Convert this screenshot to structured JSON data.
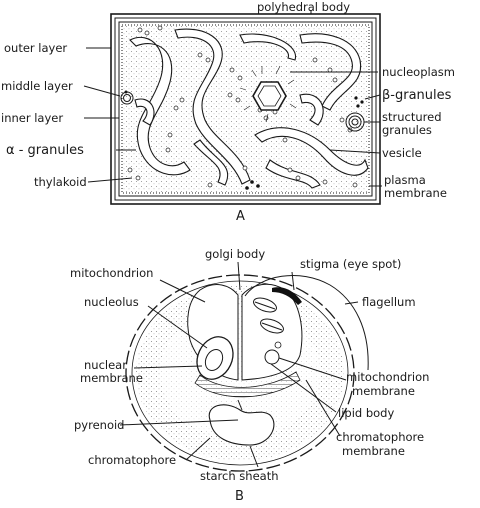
{
  "panel_a": {
    "caption": "A",
    "labels": {
      "polyhedral_body": "polyhedral body",
      "outer_layer": "outer layer",
      "middle_layer": "middle layer",
      "inner_layer": "inner layer",
      "alpha_granules": "α - granules",
      "thylakoid": "thylakoid",
      "nucleoplasm": "nucleoplasm",
      "beta_granules": "β-granules",
      "structured_granules_1": "structured",
      "structured_granules_2": "granules",
      "vesicle": "vesicle",
      "plasma_membrane_1": "plasma",
      "plasma_membrane_2": "membrane"
    }
  },
  "panel_b": {
    "caption": "B",
    "labels": {
      "golgi_body": "golgi body",
      "stigma": "stigma (eye spot)",
      "mitochondrion": "mitochondrion",
      "flagellum": "flagellum",
      "nucleolus": "nucleolus",
      "nuclear_membrane_1": "nuclear",
      "nuclear_membrane_2": "membrane",
      "mito_membrane_1": "mitochondrion",
      "mito_membrane_2": "membrane",
      "lipid_body": "lipid body",
      "pyrenoid": "pyrenoid",
      "chromatophore_membrane_1": "chromatophore",
      "chromatophore_membrane_2": "membrane",
      "chromatophore": "chromatophore",
      "starch_sheath": "starch sheath"
    }
  }
}
